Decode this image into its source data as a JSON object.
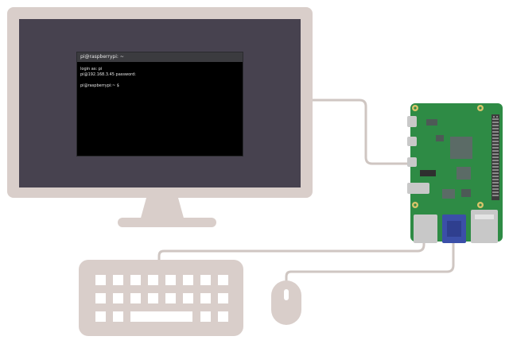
{
  "terminal": {
    "title": "pi@raspberrypi: ~",
    "lines": [
      "login as: pi",
      "pi@192.168.3.45 password:",
      "",
      "pi@raspberrypi:~ $"
    ]
  },
  "colors": {
    "monitor_frame": "#d9ceca",
    "screen": "#47424f",
    "stand": "#d9ceca",
    "cable": "#cfc6c2",
    "keyboard_body": "#d9ceca",
    "keys": "#ffffff",
    "mouse": "#d9ceca",
    "board": "#2e8b45",
    "chip": "#5b6b66",
    "usb": "#c8c8c8",
    "ethernet_blue": "#3b4fa8",
    "gold_pads": "#d8c46a"
  },
  "icons": {
    "monitor": "monitor-icon",
    "keyboard": "keyboard-icon",
    "mouse": "mouse-icon",
    "board": "raspberry-pi-board-icon"
  }
}
